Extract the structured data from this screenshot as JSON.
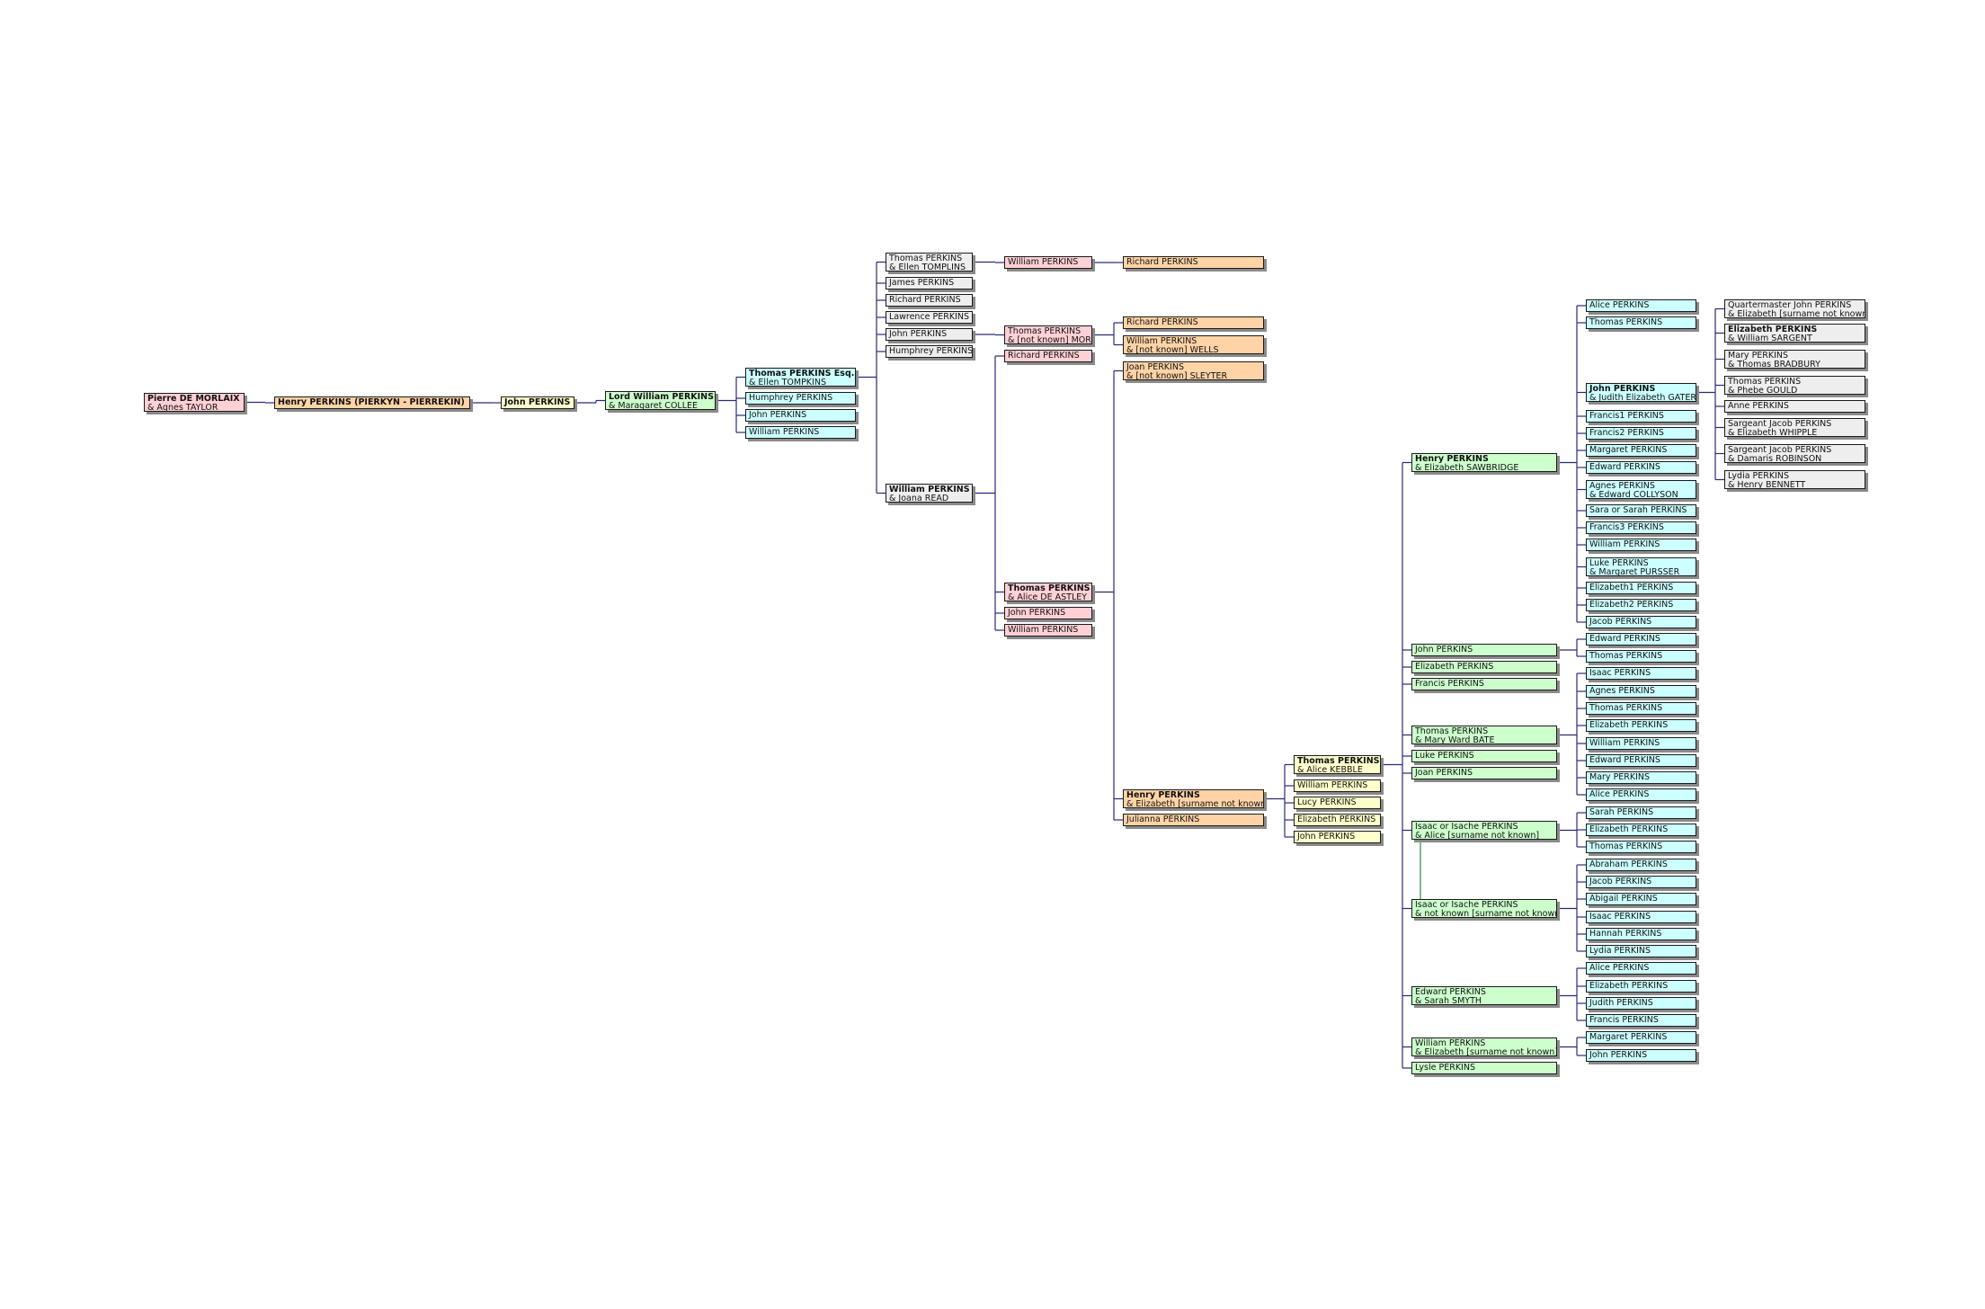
{
  "colors": {
    "pink": "#ffd0d4",
    "orange": "#ffd3a6",
    "yellow": "#ffffcc",
    "green": "#ccffcc",
    "cyan": "#ccffff",
    "gray": "#eeeeee",
    "line": "#2a2a7a"
  },
  "nodes": [
    {
      "id": "pierre",
      "name": "Pierre DE MORLAIX",
      "spouse": "& Agnes TAYLOR",
      "bold": true,
      "color": "pink"
    },
    {
      "id": "henry_p",
      "name": "Henry PERKINS (PIERKYN - PIERREKIN)",
      "bold": true,
      "color": "orange"
    },
    {
      "id": "john_y",
      "name": "John PERKINS",
      "bold": true,
      "color": "yellow"
    },
    {
      "id": "lordw",
      "name": "Lord William PERKINS",
      "spouse": "& Maragaret COLLEE",
      "bold": true,
      "color": "green"
    },
    {
      "id": "thomas_esq",
      "name": "Thomas PERKINS Esq.",
      "spouse": "& Ellen TOMPKINS",
      "bold": true,
      "color": "cyan"
    },
    {
      "id": "humphrey_c",
      "name": "Humphrey PERKINS",
      "color": "cyan"
    },
    {
      "id": "john_c",
      "name": "John PERKINS",
      "color": "cyan"
    },
    {
      "id": "william_c",
      "name": "William PERKINS",
      "color": "cyan"
    },
    {
      "id": "thomas_g",
      "name": "Thomas PERKINS",
      "spouse": "& Ellen TOMPLINS",
      "color": "gray"
    },
    {
      "id": "james_g",
      "name": "James PERKINS",
      "color": "gray"
    },
    {
      "id": "richard_g",
      "name": "Richard PERKINS",
      "color": "gray"
    },
    {
      "id": "lawrence_g",
      "name": "Lawrence PERKINS",
      "color": "gray"
    },
    {
      "id": "john_g",
      "name": "John PERKINS",
      "color": "gray"
    },
    {
      "id": "humphrey_g",
      "name": "Humphrey PERKINS",
      "color": "gray"
    },
    {
      "id": "william_g",
      "name": "William PERKINS",
      "spouse": "& Joana READ",
      "bold": true,
      "color": "gray"
    },
    {
      "id": "william_pk",
      "name": "William PERKINS",
      "color": "pink"
    },
    {
      "id": "thomas_pk",
      "name": "Thomas PERKINS",
      "spouse": "& [not known] MORE",
      "color": "pink"
    },
    {
      "id": "richard_pk",
      "name": "Richard PERKINS",
      "color": "pink"
    },
    {
      "id": "thomas_astley",
      "name": "Thomas PERKINS",
      "spouse": "& Alice DE ASTLEY",
      "bold": true,
      "color": "pink"
    },
    {
      "id": "john_pk",
      "name": "John PERKINS",
      "color": "pink"
    },
    {
      "id": "william_pk2",
      "name": "William PERKINS",
      "color": "pink"
    },
    {
      "id": "richard_o1",
      "name": "Richard PERKINS",
      "color": "orange"
    },
    {
      "id": "richard_o2",
      "name": "Richard PERKINS",
      "color": "orange"
    },
    {
      "id": "william_o",
      "name": "William PERKINS",
      "spouse": "& [not known] WELLS",
      "color": "orange"
    },
    {
      "id": "joan_o",
      "name": "Joan PERKINS",
      "spouse": "& [not known] SLEYTER",
      "color": "orange"
    },
    {
      "id": "henry_o",
      "name": "Henry PERKINS",
      "spouse": "& Elizabeth [surname not known]",
      "bold": true,
      "color": "orange"
    },
    {
      "id": "julianna_o",
      "name": "Julianna PERKINS",
      "color": "orange"
    },
    {
      "id": "thomas_kebble",
      "name": "Thomas PERKINS",
      "spouse": "& Alice KEBBLE",
      "bold": true,
      "color": "yellow"
    },
    {
      "id": "william_y",
      "name": "William PERKINS",
      "color": "yellow"
    },
    {
      "id": "lucy_y",
      "name": "Lucy PERKINS",
      "color": "yellow"
    },
    {
      "id": "elizabeth_y",
      "name": "Elizabeth PERKINS",
      "color": "yellow"
    },
    {
      "id": "john_y2",
      "name": "John PERKINS",
      "color": "yellow"
    },
    {
      "id": "henry_g",
      "name": "Henry PERKINS",
      "spouse": "& Elizabeth SAWBRIDGE",
      "bold": true,
      "color": "green"
    },
    {
      "id": "john_gr",
      "name": "John PERKINS",
      "color": "green"
    },
    {
      "id": "elizabeth_gr",
      "name": "Elizabeth PERKINS",
      "color": "green"
    },
    {
      "id": "francis_gr",
      "name": "Francis PERKINS",
      "color": "green"
    },
    {
      "id": "thomas_bate",
      "name": "Thomas PERKINS",
      "spouse": "& Mary Ward BATE",
      "color": "green"
    },
    {
      "id": "luke_gr",
      "name": "Luke PERKINS",
      "color": "green"
    },
    {
      "id": "joan_gr",
      "name": "Joan PERKINS",
      "color": "green"
    },
    {
      "id": "isaac1",
      "name": "Isaac or Isache PERKINS",
      "spouse": "& Alice [surname not known]",
      "color": "green"
    },
    {
      "id": "isaac2",
      "name": "Isaac or Isache PERKINS",
      "spouse": "& not known [surname not known]",
      "color": "green"
    },
    {
      "id": "edward_smyth",
      "name": "Edward PERKINS",
      "spouse": "& Sarah SMYTH",
      "color": "green"
    },
    {
      "id": "william_gr",
      "name": "William PERKINS",
      "spouse": "& Elizabeth [surname not known]",
      "color": "green"
    },
    {
      "id": "lysle_gr",
      "name": "Lysle PERKINS",
      "color": "green"
    },
    {
      "id": "c_alice",
      "name": "Alice PERKINS",
      "color": "cyan"
    },
    {
      "id": "c_thomas",
      "name": "Thomas PERKINS",
      "color": "cyan"
    },
    {
      "id": "c_john_gater",
      "name": "John PERKINS",
      "spouse": "& Judith Elizabeth GATER",
      "bold": true,
      "color": "cyan"
    },
    {
      "id": "c_francis1",
      "name": "Francis1 PERKINS",
      "color": "cyan"
    },
    {
      "id": "c_francis2",
      "name": "Francis2 PERKINS",
      "color": "cyan"
    },
    {
      "id": "c_margaret",
      "name": "Margaret PERKINS",
      "color": "cyan"
    },
    {
      "id": "c_edward",
      "name": "Edward PERKINS",
      "color": "cyan"
    },
    {
      "id": "c_agnes_coll",
      "name": "Agnes PERKINS",
      "spouse": "& Edward COLLYSON",
      "color": "cyan"
    },
    {
      "id": "c_sara",
      "name": "Sara or Sarah PERKINS",
      "color": "cyan"
    },
    {
      "id": "c_francis3",
      "name": "Francis3 PERKINS",
      "color": "cyan"
    },
    {
      "id": "c_william",
      "name": "William PERKINS",
      "color": "cyan"
    },
    {
      "id": "c_luke",
      "name": "Luke PERKINS",
      "spouse": "& Margaret PURSSER",
      "color": "cyan"
    },
    {
      "id": "c_eliz1",
      "name": "Elizabeth1 PERKINS",
      "color": "cyan"
    },
    {
      "id": "c_eliz2",
      "name": "Elizabeth2 PERKINS",
      "color": "cyan"
    },
    {
      "id": "c_jacob",
      "name": "Jacob PERKINS",
      "color": "cyan"
    },
    {
      "id": "c_edward2",
      "name": "Edward PERKINS",
      "color": "cyan"
    },
    {
      "id": "c_thomas2",
      "name": "Thomas PERKINS",
      "color": "cyan"
    },
    {
      "id": "c_isaac",
      "name": "Isaac PERKINS",
      "color": "cyan"
    },
    {
      "id": "c_agnes",
      "name": "Agnes PERKINS",
      "color": "cyan"
    },
    {
      "id": "c_thomas3",
      "name": "Thomas PERKINS",
      "color": "cyan"
    },
    {
      "id": "c_eliz3",
      "name": "Elizabeth PERKINS",
      "color": "cyan"
    },
    {
      "id": "c_william2",
      "name": "William PERKINS",
      "color": "cyan"
    },
    {
      "id": "c_edward3",
      "name": "Edward PERKINS",
      "color": "cyan"
    },
    {
      "id": "c_mary",
      "name": "Mary PERKINS",
      "color": "cyan"
    },
    {
      "id": "c_alice2",
      "name": "Alice PERKINS",
      "color": "cyan"
    },
    {
      "id": "c_sarah",
      "name": "Sarah PERKINS",
      "color": "cyan"
    },
    {
      "id": "c_eliz4",
      "name": "Elizabeth PERKINS",
      "color": "cyan"
    },
    {
      "id": "c_thomas4",
      "name": "Thomas PERKINS",
      "color": "cyan"
    },
    {
      "id": "c_abraham",
      "name": "Abraham PERKINS",
      "color": "cyan"
    },
    {
      "id": "c_jacob2",
      "name": "Jacob PERKINS",
      "color": "cyan"
    },
    {
      "id": "c_abigail",
      "name": "Abigail PERKINS",
      "color": "cyan"
    },
    {
      "id": "c_isaac2",
      "name": "Isaac PERKINS",
      "color": "cyan"
    },
    {
      "id": "c_hannah",
      "name": "Hannah PERKINS",
      "color": "cyan"
    },
    {
      "id": "c_lydia",
      "name": "Lydia PERKINS",
      "color": "cyan"
    },
    {
      "id": "c_alice3",
      "name": "Alice PERKINS",
      "color": "cyan"
    },
    {
      "id": "c_eliz5",
      "name": "Elizabeth PERKINS",
      "color": "cyan"
    },
    {
      "id": "c_judith",
      "name": "Judith PERKINS",
      "color": "cyan"
    },
    {
      "id": "c_francis4",
      "name": "Francis PERKINS",
      "color": "cyan"
    },
    {
      "id": "c_margaret2",
      "name": "Margaret PERKINS",
      "color": "cyan"
    },
    {
      "id": "c_john2",
      "name": "John PERKINS",
      "color": "cyan"
    },
    {
      "id": "q_john",
      "name": "Quartermaster John PERKINS",
      "spouse": "& Elizabeth [surname not known]",
      "color": "gray"
    },
    {
      "id": "q_eliz",
      "name": "Elizabeth PERKINS",
      "spouse": "& William SARGENT",
      "bold": true,
      "color": "gray"
    },
    {
      "id": "q_mary",
      "name": "Mary PERKINS",
      "spouse": "& Thomas BRADBURY",
      "color": "gray"
    },
    {
      "id": "q_thomas",
      "name": "Thomas PERKINS",
      "spouse": "& Phebe GOULD",
      "color": "gray"
    },
    {
      "id": "q_anne",
      "name": "Anne PERKINS",
      "color": "gray"
    },
    {
      "id": "q_jacob",
      "name": "Sargeant Jacob PERKINS",
      "spouse": "& Elizabeth WHIPPLE",
      "color": "gray"
    },
    {
      "id": "q_jacob2",
      "name": "Sargeant Jacob PERKINS",
      "spouse": "& Damaris ROBINSON",
      "color": "gray"
    },
    {
      "id": "q_lydia",
      "name": "Lydia PERKINS",
      "spouse": "& Henry BENNETT",
      "color": "gray"
    }
  ],
  "edges": [
    [
      "pierre",
      [
        "henry_p"
      ]
    ],
    [
      "henry_p",
      [
        "john_y"
      ]
    ],
    [
      "john_y",
      [
        "lordw"
      ]
    ],
    [
      "lordw",
      [
        "thomas_esq",
        "humphrey_c",
        "john_c",
        "william_c"
      ]
    ],
    [
      "thomas_esq",
      [
        "thomas_g",
        "james_g",
        "richard_g",
        "lawrence_g",
        "john_g",
        "humphrey_g",
        "william_g"
      ]
    ],
    [
      "thomas_g",
      [
        "william_pk"
      ]
    ],
    [
      "william_pk",
      [
        "richard_o1"
      ]
    ],
    [
      "john_g",
      [
        "thomas_pk"
      ]
    ],
    [
      "thomas_pk",
      [
        "richard_o2",
        "william_o"
      ]
    ],
    [
      "william_g",
      [
        "richard_pk",
        "thomas_astley",
        "john_pk",
        "william_pk2"
      ]
    ],
    [
      "thomas_astley",
      [
        "joan_o",
        "henry_o",
        "julianna_o"
      ]
    ],
    [
      "henry_o",
      [
        "thomas_kebble",
        "william_y",
        "lucy_y",
        "elizabeth_y",
        "john_y2"
      ]
    ],
    [
      "thomas_kebble",
      [
        "henry_g",
        "john_gr",
        "elizabeth_gr",
        "francis_gr",
        "thomas_bate",
        "luke_gr",
        "joan_gr",
        "isaac1",
        "isaac2",
        "edward_smyth",
        "william_gr",
        "lysle_gr"
      ]
    ],
    [
      "henry_g",
      [
        "c_alice",
        "c_thomas",
        "c_john_gater",
        "c_francis1",
        "c_francis2",
        "c_margaret",
        "c_edward",
        "c_agnes_coll",
        "c_sara",
        "c_francis3",
        "c_william",
        "c_luke",
        "c_eliz1",
        "c_eliz2",
        "c_jacob"
      ]
    ],
    [
      "c_john_gater",
      [
        "q_john",
        "q_eliz",
        "q_mary",
        "q_thomas",
        "q_anne",
        "q_jacob",
        "q_jacob2",
        "q_lydia"
      ]
    ],
    [
      "john_gr",
      [
        "c_edward2",
        "c_thomas2"
      ]
    ],
    [
      "thomas_bate",
      [
        "c_isaac",
        "c_agnes",
        "c_thomas3",
        "c_eliz3",
        "c_william2",
        "c_edward3",
        "c_mary",
        "c_alice2"
      ]
    ],
    [
      "isaac1",
      [
        "c_sarah",
        "c_eliz4",
        "c_thomas4"
      ]
    ],
    [
      "isaac2",
      [
        "c_abraham",
        "c_jacob2",
        "c_abigail",
        "c_isaac2",
        "c_hannah",
        "c_lydia"
      ]
    ],
    [
      "edward_smyth",
      [
        "c_alice3",
        "c_eliz5",
        "c_judith",
        "c_francis4"
      ]
    ],
    [
      "william_gr",
      [
        "c_margaret2",
        "c_john2"
      ]
    ]
  ],
  "extra_links": [
    [
      "isaac1",
      "isaac2"
    ]
  ]
}
